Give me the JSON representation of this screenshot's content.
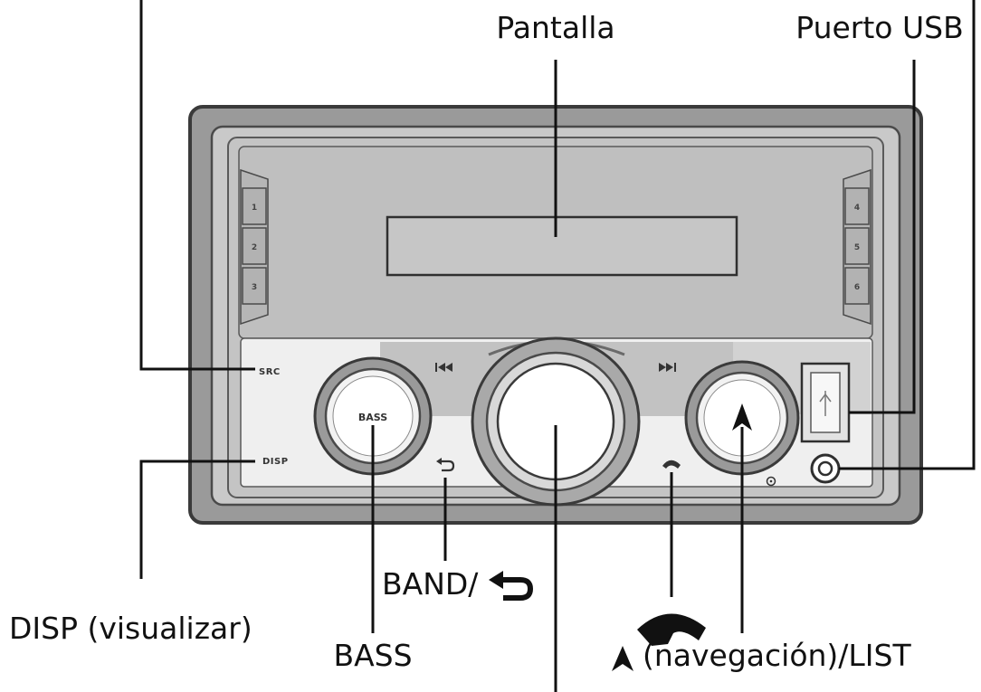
{
  "callouts": {
    "display": "Pantalla",
    "usb_port": "Puerto USB",
    "disp": "DISP (visualizar)",
    "band_prefix": "BAND/",
    "bass": "BASS",
    "list_suffix": "(navegación)/LIST"
  },
  "panel": {
    "src_label": "SRC",
    "disp_label": "DISP",
    "bass_knob_label": "BASS",
    "presets_left": [
      "1",
      "2",
      "3"
    ],
    "presets_right": [
      "4",
      "5",
      "6"
    ]
  },
  "icons": {
    "prev_track": "skip-previous-icon",
    "next_track": "skip-next-icon",
    "back": "back-arrow-icon",
    "phone": "phone-icon",
    "navigation_arrow": "navigation-arrow-icon",
    "aux": "aux-jack-icon",
    "reset": "reset-button-icon"
  }
}
